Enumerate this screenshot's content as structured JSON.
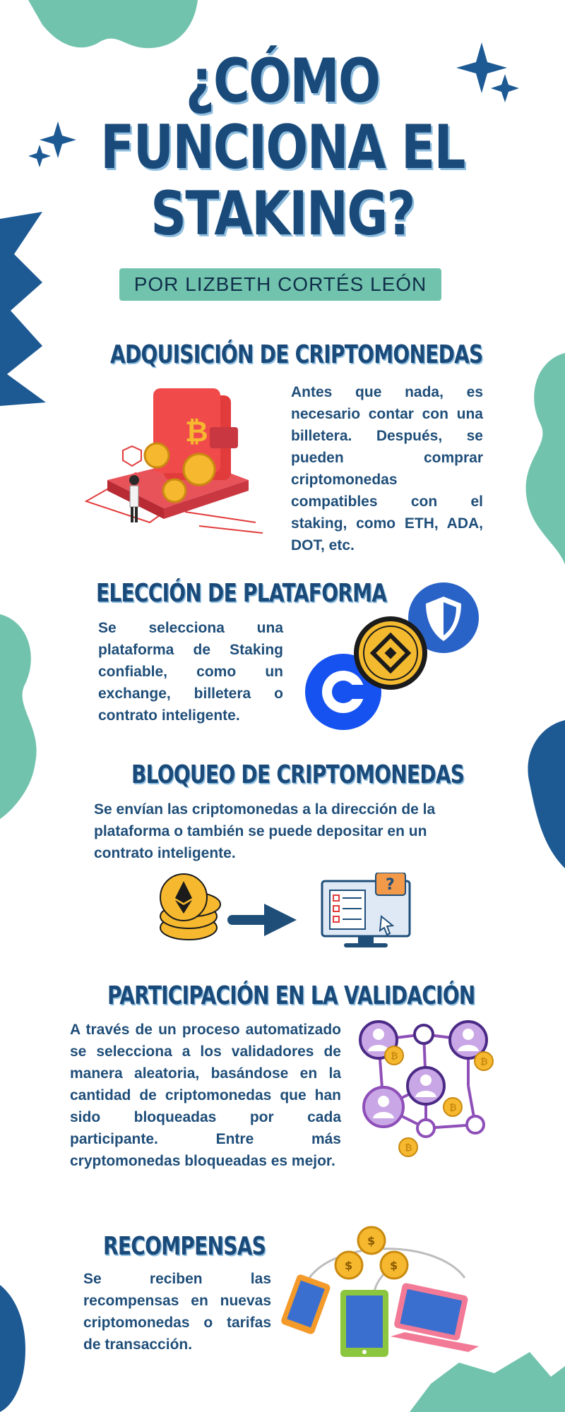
{
  "header": {
    "title_line1": "¿CÓMO",
    "title_line2": "FUNCIONA EL",
    "title_line3": "STAKING?",
    "subtitle": "POR LIZBETH CORTÉS LEÓN"
  },
  "sections": [
    {
      "heading": "ADQUISICIÓN DE CRIPTOMONEDAS",
      "text": "Antes que nada, es necesario contar con una billetera. Después, se pueden comprar criptomonedas compatibles con el staking, como ETH, ADA, DOT, etc."
    },
    {
      "heading": "ELECCIÓN DE PLATAFORMA",
      "text": "Se selecciona una plataforma de Staking confiable, como un exchange, billetera o contrato inteligente."
    },
    {
      "heading": "BLOQUEO DE CRIPTOMONEDAS",
      "text": "Se envían las criptomonedas a la dirección de la plataforma o también se puede depositar en un contrato inteligente."
    },
    {
      "heading": "PARTICIPACIÓN EN LA VALIDACIÓN",
      "text": "A través de un proceso automatizado se selecciona a los validadores de manera aleatoria, basándose en la cantidad de criptomonedas que han sido bloqueadas por cada participante. Entre más cryptomonedas bloqueadas es mejor."
    },
    {
      "heading": "RECOMPENSAS",
      "text": "Se reciben las recompensas en nuevas criptomonedas o tarifas de transacción."
    }
  ],
  "colors": {
    "navy": "#194a7a",
    "teal": "#72c3ad",
    "gold": "#f5b82e",
    "purple": "#8e4fb8",
    "red": "#e23b3b"
  },
  "icons": [
    "bitcoin-wallet-illustration",
    "shield-icon",
    "binance-icon",
    "coinbase-icon",
    "ethereum-coins-icon",
    "arrow-right-icon",
    "computer-survey-icon",
    "validator-network-illustration",
    "devices-coins-illustration"
  ]
}
